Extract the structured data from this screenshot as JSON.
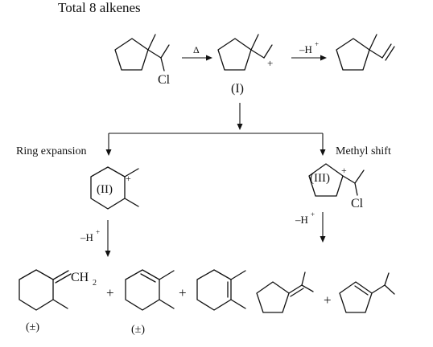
{
  "heading": "Total 8 alkenes",
  "reagents": {
    "heat": "Δ",
    "deprotonation_1": "–H",
    "deprotonation_2": "–H",
    "deprotonation_3": "–H",
    "superscript_plus": "+"
  },
  "intermediates": {
    "I": "(I)",
    "II": "(II)",
    "III": "(III)"
  },
  "branches": {
    "left": "Ring expansion",
    "right": "Methyl shift"
  },
  "atoms": {
    "chlorine_start": "Cl",
    "chlorine_III": "Cl",
    "ch2": "CH",
    "ch2_subscript": "2"
  },
  "charges": {
    "plus": "+"
  },
  "product_separator": "+",
  "racemic_mark": "(±)"
}
